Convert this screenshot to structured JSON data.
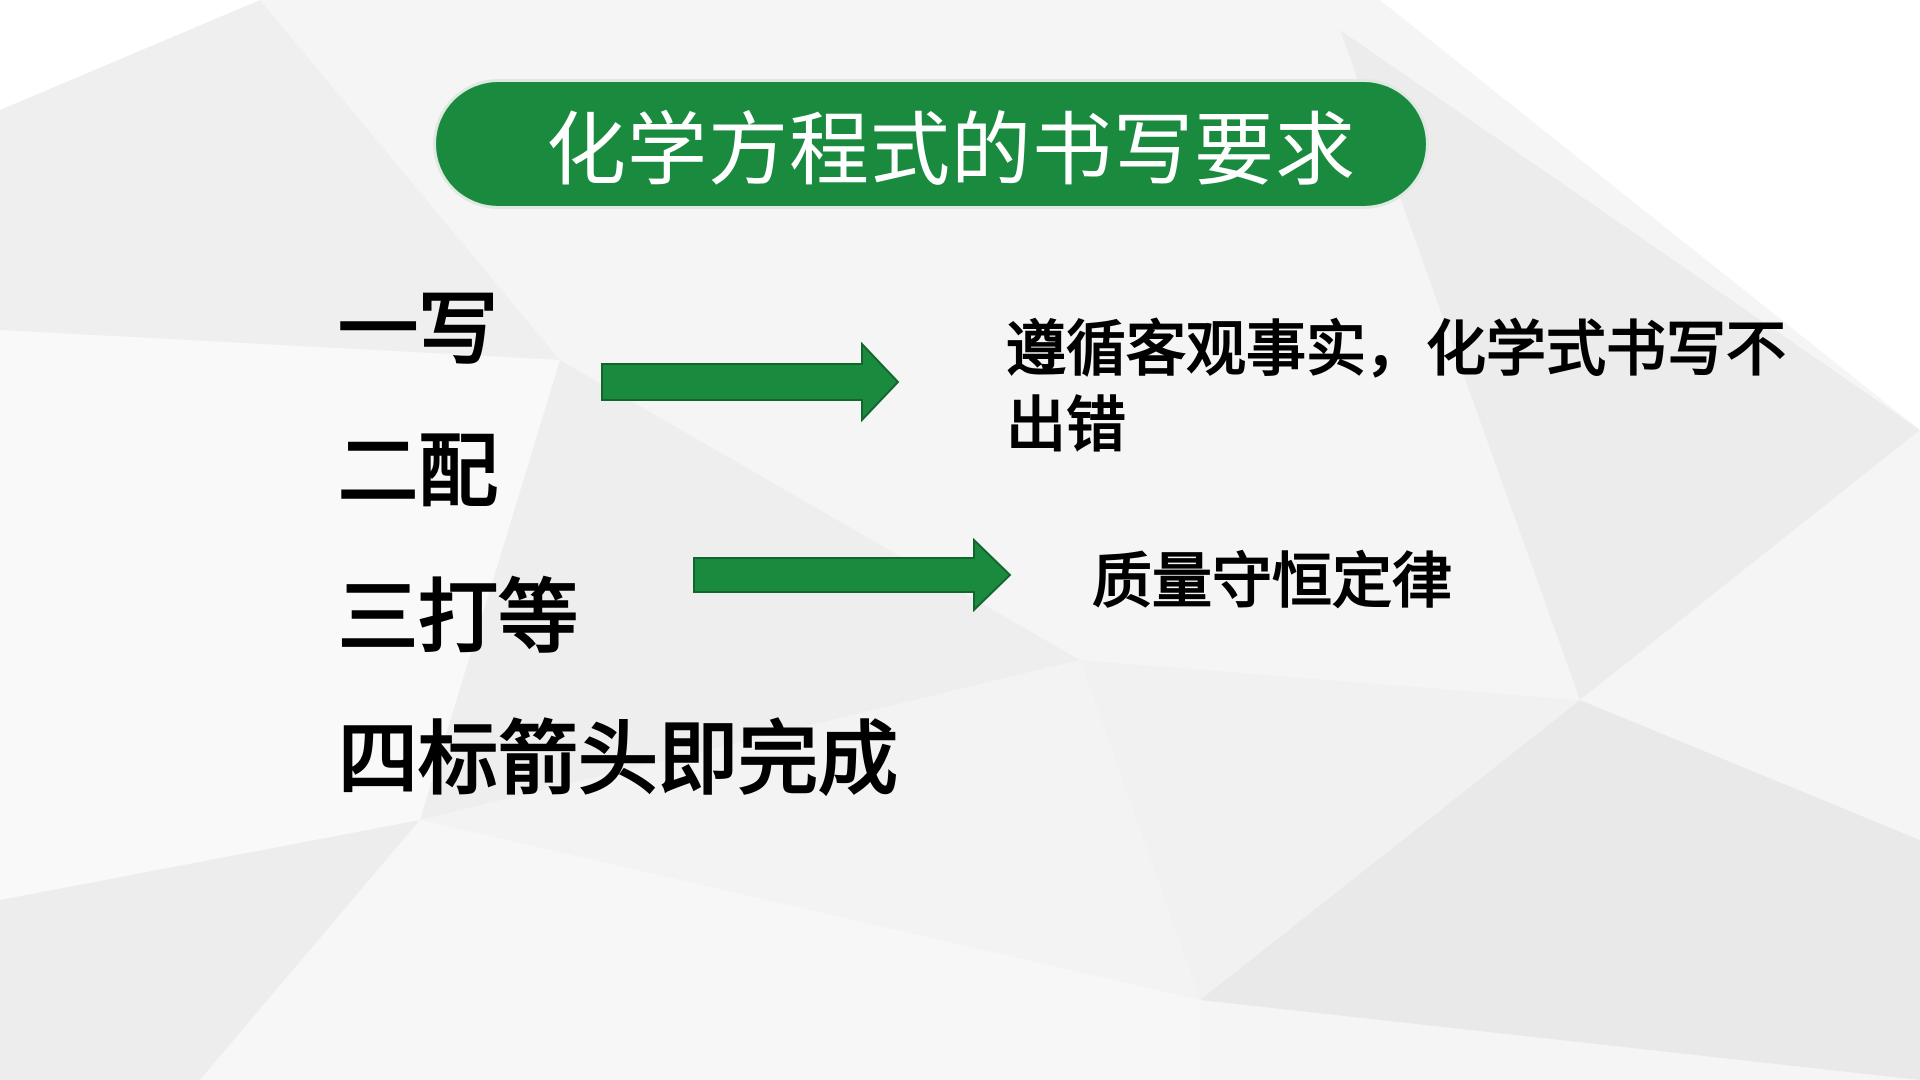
{
  "slide": {
    "title": "化学方程式的书写要求",
    "steps": [
      "一写",
      "二配",
      "三打等",
      "四标箭头即完成"
    ],
    "notes": [
      "遵循客观事实，化学式书写不出错",
      "质量守恒定律"
    ]
  },
  "colors": {
    "accent": "#1a8a3f",
    "background": "#f4f4f4",
    "text": "#000000",
    "title_text": "#ffffff"
  },
  "icons": [
    "right-arrow-icon",
    "right-arrow-icon"
  ]
}
